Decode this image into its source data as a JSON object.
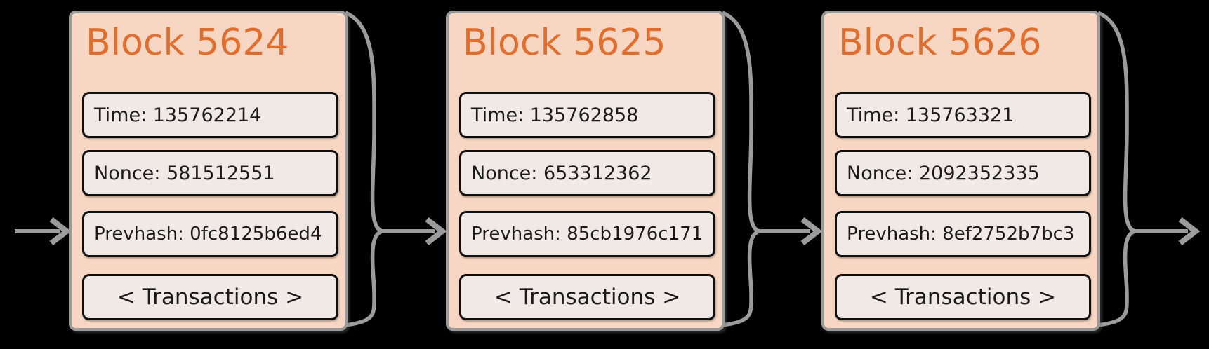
{
  "colors": {
    "background": "#000000",
    "block_fill": "#f7d7c3",
    "block_border": "#9a9a9a",
    "field_fill": "#f0e9e6",
    "field_border": "#0f0f0f",
    "title_color": "#e06e2f",
    "text_color": "#1b1b1b",
    "connector": "#9b9b9b"
  },
  "blocks": [
    {
      "number": "5624",
      "title": "Block 5624",
      "time": "135762214",
      "nonce": "581512551",
      "prevhash": "0fc8125b6ed4",
      "fields": [
        {
          "label": "Time",
          "value": "135762214",
          "text": "Time: 135762214"
        },
        {
          "label": "Nonce",
          "value": "581512551",
          "text": "Nonce: 581512551"
        },
        {
          "label": "Prevhash",
          "value": "0fc8125b6ed4",
          "text": "Prevhash: 0fc8125b6ed4"
        }
      ],
      "transactions_label": "< Transactions >"
    },
    {
      "number": "5625",
      "title": "Block 5625",
      "time": "135762858",
      "nonce": "653312362",
      "prevhash": "85cb1976c171",
      "fields": [
        {
          "label": "Time",
          "value": "135762858",
          "text": "Time: 135762858"
        },
        {
          "label": "Nonce",
          "value": "653312362",
          "text": "Nonce: 653312362"
        },
        {
          "label": "Prevhash",
          "value": "85cb1976c171",
          "text": "Prevhash: 85cb1976c171"
        }
      ],
      "transactions_label": "< Transactions >"
    },
    {
      "number": "5626",
      "title": "Block 5626",
      "time": "135763321",
      "nonce": "2092352335",
      "prevhash": "8ef2752b7bc3",
      "fields": [
        {
          "label": "Time",
          "value": "135763321",
          "text": "Time: 135763321"
        },
        {
          "label": "Nonce",
          "value": "2092352335",
          "text": "Nonce: 2092352335"
        },
        {
          "label": "Prevhash",
          "value": "8ef2752b7bc3",
          "text": "Prevhash: 8ef2752b7bc3"
        }
      ],
      "transactions_label": "< Transactions >"
    }
  ]
}
